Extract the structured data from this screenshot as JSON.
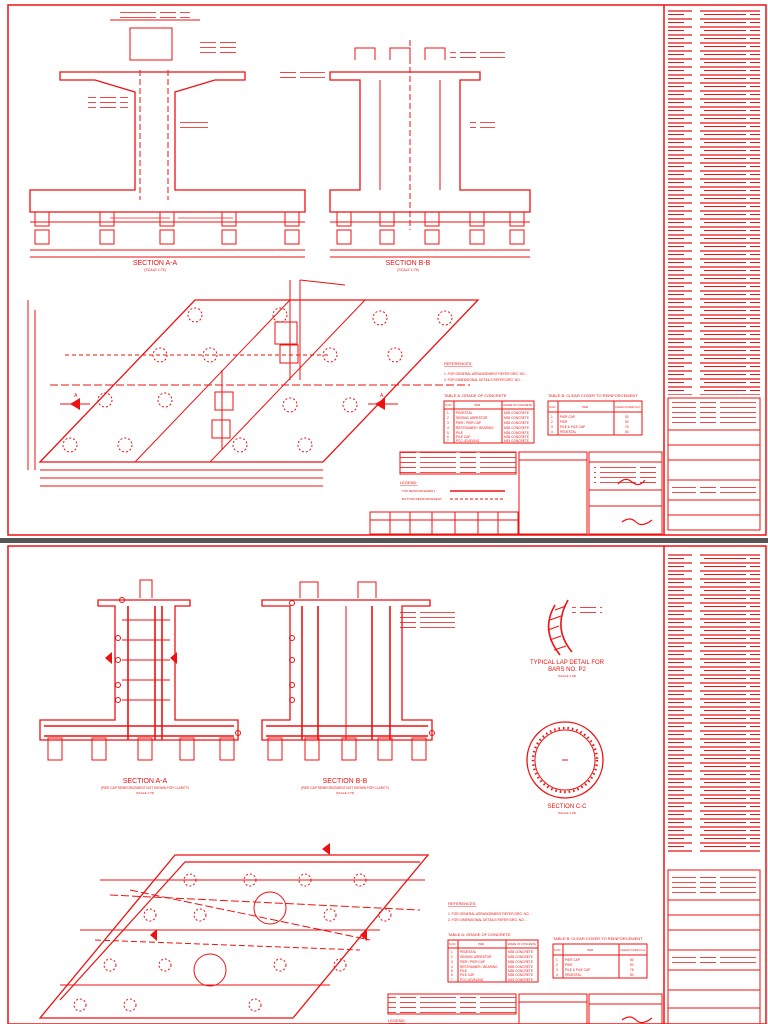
{
  "colors": {
    "ink": "#ee1111",
    "paper": "#ffffff",
    "separator": "#555555"
  },
  "sheet1": {
    "section_aa": {
      "title": "SECTION A-A",
      "scale": "(SCALE 1:75)"
    },
    "section_bb": {
      "title": "SECTION B-B",
      "scale": "(SCALE 1:75)"
    },
    "references_title": "REFERENCES:",
    "references": [
      "1. FOR GENERAL ARRANGEMENT REFER DRG. NO. -",
      "2. FOR DIMENSIONAL DETAILS REFER DRG. NO. -"
    ],
    "table_a": {
      "title": "TABLE A: GRADE OF CONCRETE",
      "headers": [
        "S.NO.",
        "ITEM",
        "GRADE OF CONCRETE"
      ],
      "rows": [
        [
          "1",
          "PEDESTAL",
          "M35 CONCRETE"
        ],
        [
          "2",
          "SEISMIC ARRESTOR",
          "M35 CONCRETE"
        ],
        [
          "3",
          "PIER / PIER CAP",
          "M35 CONCRETE"
        ],
        [
          "4",
          "RESTRAINER / BEARING",
          "M35 CONCRETE"
        ],
        [
          "5",
          "PILE",
          "M35 CONCRETE"
        ],
        [
          "6",
          "PILE CAP",
          "M35 CONCRETE"
        ],
        [
          "7",
          "PCC LEVELING",
          "M15 CONCRETE"
        ]
      ]
    },
    "table_b": {
      "title": "TABLE B: CLEAR COVER TO REINFORCEMENT",
      "headers": [
        "S.NO.",
        "ITEM",
        "CLEAR COVER (mm)"
      ],
      "rows": [
        [
          "1",
          "PIER CAP",
          "50"
        ],
        [
          "2",
          "PIER",
          "50"
        ],
        [
          "3",
          "PILE & PILE CAP",
          "75"
        ],
        [
          "4",
          "PEDESTAL",
          "50"
        ]
      ]
    },
    "legend_title": "LEGEND:",
    "legend": [
      "TOP REINFORCEMENT",
      "BOTTOM REINFORCEMENT"
    ],
    "plan_marker": "A"
  },
  "sheet2": {
    "section_aa": {
      "title": "SECTION A-A",
      "note": "(PIER CAP REINFORCEMENT NOT SHOWN FOR CLARITY)",
      "scale": "(SCALE 1:75)"
    },
    "section_bb": {
      "title": "SECTION B-B",
      "note": "(PIER CAP REINFORCEMENT NOT SHOWN FOR CLARITY)",
      "scale": "(SCALE 1:75)"
    },
    "lap_detail": {
      "title_line1": "TYPICAL LAP DETAIL FOR",
      "title_line2": "BARS NO. P2",
      "scale": "(SCALE 1:25)"
    },
    "section_cc": {
      "title": "SECTION C-C",
      "scale": "(SCALE 1:25)"
    },
    "references_title": "REFERENCES:",
    "references": [
      "1. FOR GENERAL ARRANGEMENT REFER DRG. NO. -",
      "2. FOR DIMENSIONAL DETAILS REFER DRG. NO. -"
    ],
    "table_a": {
      "title": "TABLE A: GRADE OF CONCRETE",
      "headers": [
        "S.NO.",
        "ITEM",
        "GRADE OF CONCRETE"
      ],
      "rows": [
        [
          "1",
          "PEDESTAL",
          "M35 CONCRETE"
        ],
        [
          "2",
          "SEISMIC ARRESTOR",
          "M35 CONCRETE"
        ],
        [
          "3",
          "PIER / PIER CAP",
          "M35 CONCRETE"
        ],
        [
          "4",
          "RESTRAINER / BEARING",
          "M35 CONCRETE"
        ],
        [
          "5",
          "PILE",
          "M35 CONCRETE"
        ],
        [
          "6",
          "PILE CAP",
          "M35 CONCRETE"
        ],
        [
          "7",
          "PCC LEVELING",
          "M15 CONCRETE"
        ]
      ]
    },
    "table_b": {
      "title": "TABLE B: CLEAR COVER TO REINFORCEMENT",
      "headers": [
        "S.NO.",
        "ITEM",
        "CLEAR COVER (mm)"
      ],
      "rows": [
        [
          "1",
          "PIER CAP",
          "50"
        ],
        [
          "2",
          "PIER",
          "50"
        ],
        [
          "3",
          "PILE & PILE CAP",
          "75"
        ],
        [
          "4",
          "PEDESTAL",
          "50"
        ]
      ]
    },
    "legend_title": "LEGEND:"
  }
}
